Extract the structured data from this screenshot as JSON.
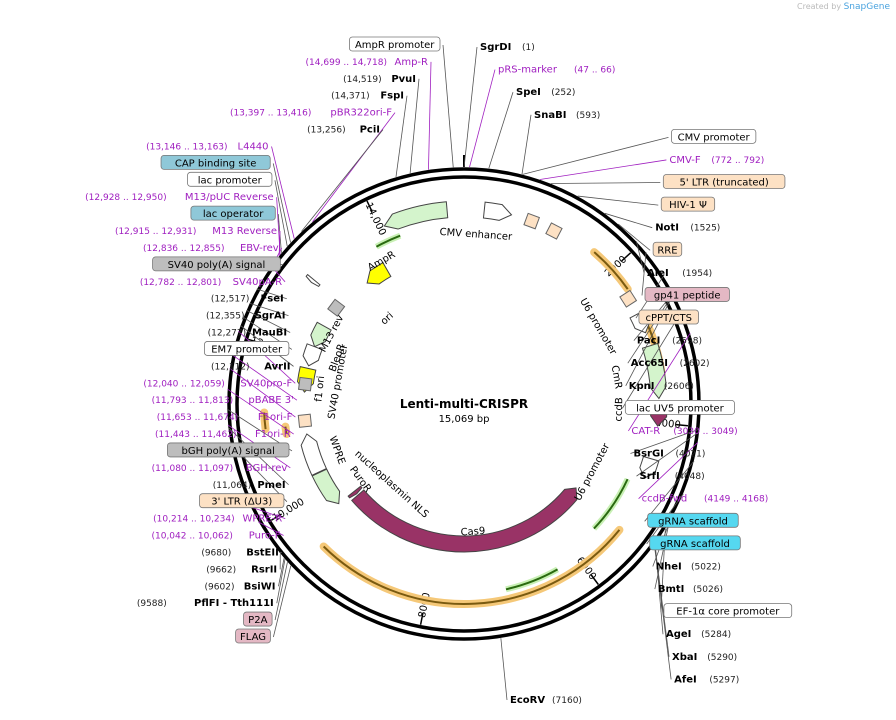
{
  "header": {
    "created_by": "Created by",
    "brand": "SnapGene"
  },
  "plasmid": {
    "name": "Lenti-multi-CRISPR",
    "size_label": "15,069 bp",
    "length": 15069
  },
  "ticks": [
    {
      "bp": 2000,
      "label": "2000"
    },
    {
      "bp": 4000,
      "label": "4000"
    },
    {
      "bp": 6000,
      "label": "6000"
    },
    {
      "bp": 8000,
      "label": "8000"
    },
    {
      "bp": 10000,
      "label": "10,000"
    },
    {
      "bp": 12000,
      "label": "12,000"
    },
    {
      "bp": 14000,
      "label": "14,000"
    }
  ],
  "right_labels": [
    {
      "name": "SgrDI",
      "pos": "(1)",
      "kind": "enzyme",
      "bp": 1
    },
    {
      "name": "pRS-marker",
      "pos": "(47 .. 66)",
      "kind": "primer",
      "bp": 56
    },
    {
      "name": "SpeI",
      "pos": "(252)",
      "kind": "enzyme",
      "bp": 252
    },
    {
      "name": "SnaBI",
      "pos": "(593)",
      "kind": "enzyme",
      "bp": 593
    },
    {
      "name": "CMV promoter",
      "kind": "box",
      "fill": "#ffffff",
      "bp": 600
    },
    {
      "name": "CMV-F",
      "pos": "(772 .. 792)",
      "kind": "primer",
      "bp": 782
    },
    {
      "name": "5' LTR (truncated)",
      "kind": "box",
      "fill": "#fde1c4",
      "bp": 900
    },
    {
      "name": "HIV-1 Ψ",
      "kind": "box",
      "fill": "#fde1c4",
      "bp": 1200
    },
    {
      "name": "NotI",
      "pos": "(1525)",
      "kind": "enzyme",
      "bp": 1525
    },
    {
      "name": "RRE",
      "kind": "box",
      "fill": "#fde1c4",
      "bp": 1700
    },
    {
      "name": "AleI",
      "pos": "(1954)",
      "kind": "enzyme",
      "bp": 1954
    },
    {
      "name": "gp41 peptide",
      "kind": "box",
      "fill": "#e4b8c4",
      "bp": 2100
    },
    {
      "name": "cPPT/CTS",
      "kind": "box",
      "fill": "#fde1c4",
      "bp": 2400
    },
    {
      "name": "PacI",
      "pos": "(2598)",
      "kind": "enzyme",
      "bp": 2598
    },
    {
      "name": "Acc65I",
      "pos": "(2602)",
      "kind": "enzyme",
      "bp": 2602
    },
    {
      "name": "KpnI",
      "pos": "(2606)",
      "kind": "enzyme",
      "bp": 2606
    },
    {
      "name": "lac UV5 promoter",
      "kind": "box",
      "fill": "#ffffff",
      "bp": 2800
    },
    {
      "name": "CAT-R",
      "pos": "(3030 .. 3049)",
      "kind": "primer",
      "bp": 3040
    },
    {
      "name": "BsrGI",
      "pos": "(4021)",
      "kind": "enzyme",
      "bp": 4021
    },
    {
      "name": "SrfI",
      "pos": "(4048)",
      "kind": "enzyme",
      "bp": 4048
    },
    {
      "name": "ccdB-fwd",
      "pos": "(4149 .. 4168)",
      "kind": "primer",
      "bp": 4158
    },
    {
      "name": "gRNA scaffold",
      "kind": "box",
      "fill": "#55d8f0",
      "bp": 4350
    },
    {
      "name": "gRNA scaffold",
      "kind": "box",
      "fill": "#55d8f0",
      "bp": 4700
    },
    {
      "name": "NheI",
      "pos": "(5022)",
      "kind": "enzyme",
      "bp": 5022
    },
    {
      "name": "BmtI",
      "pos": "(5026)",
      "kind": "enzyme",
      "bp": 5026
    },
    {
      "name": "EF-1α core promoter",
      "kind": "box",
      "fill": "#ffffff",
      "bp": 5100
    },
    {
      "name": "AgeI",
      "pos": "(5284)",
      "kind": "enzyme",
      "bp": 5284
    },
    {
      "name": "XbaI",
      "pos": "(5290)",
      "kind": "enzyme",
      "bp": 5290
    },
    {
      "name": "AfeI",
      "pos": "(5297)",
      "kind": "enzyme",
      "bp": 5297
    },
    {
      "name": "EcoRV",
      "pos": "(7160)",
      "kind": "enzyme",
      "bp": 7160
    }
  ],
  "left_labels": [
    {
      "name": "AmpR promoter",
      "kind": "box",
      "fill": "#ffffff",
      "bp": 14960
    },
    {
      "name": "Amp-R",
      "pos": "(14,699 .. 14,718)",
      "kind": "primer",
      "bp": 14708
    },
    {
      "name": "PvuI",
      "pos": "(14,519)",
      "kind": "enzyme",
      "bp": 14519
    },
    {
      "name": "FspI",
      "pos": "(14,371)",
      "kind": "enzyme",
      "bp": 14371
    },
    {
      "name": "pBR322ori-F",
      "pos": "(13,397 .. 13,416)",
      "kind": "primer",
      "bp": 13406
    },
    {
      "name": "PciI",
      "pos": "(13,256)",
      "kind": "enzyme",
      "bp": 13256
    },
    {
      "name": "L4440",
      "pos": "(13,146 .. 13,163)",
      "kind": "primer",
      "bp": 13154
    },
    {
      "name": "CAP binding site",
      "kind": "box",
      "fill": "#8fc8d8",
      "bp": 13100
    },
    {
      "name": "lac promoter",
      "kind": "box",
      "fill": "#ffffff",
      "bp": 13050
    },
    {
      "name": "M13/pUC Reverse",
      "pos": "(12,928 .. 12,950)",
      "kind": "primer",
      "bp": 12939
    },
    {
      "name": "lac operator",
      "kind": "box",
      "fill": "#8fc8d8",
      "bp": 12960
    },
    {
      "name": "M13 Reverse",
      "pos": "(12,915 .. 12,931)",
      "kind": "primer",
      "bp": 12923
    },
    {
      "name": "EBV-rev",
      "pos": "(12,836 .. 12,855)",
      "kind": "primer",
      "bp": 12845
    },
    {
      "name": "SV40 poly(A) signal",
      "kind": "box",
      "fill": "#bdbdbd",
      "bp": 12830
    },
    {
      "name": "SV40pA-R",
      "pos": "(12,782 .. 12,801)",
      "kind": "primer",
      "bp": 12791
    },
    {
      "name": "FseI",
      "pos": "(12,517)",
      "kind": "enzyme",
      "bp": 12517
    },
    {
      "name": "SgrAI",
      "pos": "(12,355)",
      "kind": "enzyme",
      "bp": 12355
    },
    {
      "name": "MauBI",
      "pos": "(12,277)",
      "kind": "enzyme",
      "bp": 12277
    },
    {
      "name": "EM7 promoter",
      "kind": "box",
      "fill": "#ffffff",
      "bp": 12200
    },
    {
      "name": "AvrII",
      "pos": "(12,112)",
      "kind": "enzyme",
      "bp": 12112
    },
    {
      "name": "SV40pro-F",
      "pos": "(12,040 .. 12,059)",
      "kind": "primer",
      "bp": 12050
    },
    {
      "name": "pBABE 3'",
      "pos": "(11,793 .. 11,813)",
      "kind": "primer",
      "bp": 11803
    },
    {
      "name": "F1ori-F",
      "pos": "(11,653 .. 11,674)",
      "kind": "primer",
      "bp": 11663
    },
    {
      "name": "F1ori-R",
      "pos": "(11,443 .. 11,462)",
      "kind": "primer",
      "bp": 11452
    },
    {
      "name": "bGH poly(A) signal",
      "kind": "box",
      "fill": "#bdbdbd",
      "bp": 11250
    },
    {
      "name": "BGH-rev",
      "pos": "(11,080 .. 11,097)",
      "kind": "primer",
      "bp": 11088
    },
    {
      "name": "PmeI",
      "pos": "(11,064)",
      "kind": "enzyme",
      "bp": 11064
    },
    {
      "name": "3' LTR (ΔU3)",
      "kind": "box",
      "fill": "#fde1c4",
      "bp": 10900
    },
    {
      "name": "WPRE-R",
      "pos": "(10,214 .. 10,234)",
      "kind": "primer",
      "bp": 10224
    },
    {
      "name": "Puro-F",
      "pos": "(10,042 .. 10,062)",
      "kind": "primer",
      "bp": 10052
    },
    {
      "name": "BstEII",
      "pos": "(9680)",
      "kind": "enzyme",
      "bp": 9680
    },
    {
      "name": "RsrII",
      "pos": "(9662)",
      "kind": "enzyme",
      "bp": 9662
    },
    {
      "name": "BsiWI",
      "pos": "(9602)",
      "kind": "enzyme",
      "bp": 9602
    },
    {
      "name": "PflFI - Tth111I",
      "pos": "(9588)",
      "kind": "enzyme",
      "bp": 9588
    },
    {
      "name": "P2A",
      "kind": "box",
      "fill": "#e4b8c4",
      "bp": 9550
    },
    {
      "name": "FLAG",
      "kind": "box",
      "fill": "#e4b8c4",
      "bp": 9500
    }
  ],
  "features": [
    {
      "name": "CMV enhancer",
      "start": 250,
      "end": 590,
      "ring": 195,
      "fill": "#ffffff",
      "dir": 1
    },
    {
      "name": "AmpR",
      "start": 14060,
      "end": 14860,
      "ring": 195,
      "fill": "#d4f4cc",
      "dir": -1
    },
    {
      "name": "ori",
      "start": 13450,
      "end": 13820,
      "ring": 155,
      "fill": "#ffff00",
      "dir": -1
    },
    {
      "name": "M13 rev",
      "start": 12915,
      "end": 12960,
      "ring": 195,
      "fill": "#ffffff",
      "dir": -1
    },
    {
      "name": "BleoR",
      "start": 12180,
      "end": 12520,
      "ring": 160,
      "fill": "#d4f4cc",
      "dir": -1
    },
    {
      "name": "SV40 promoter",
      "start": 11880,
      "end": 12180,
      "ring": 160,
      "fill": "#ffffff",
      "dir": -1
    },
    {
      "name": "f1 ori",
      "start": 11480,
      "end": 11840,
      "ring": 160,
      "fill": "#ffff00",
      "dir": -1
    },
    {
      "name": "WPRE",
      "start": 10250,
      "end": 10850,
      "ring": 160,
      "fill": "#ffffff",
      "dir": 1
    },
    {
      "name": "PuroR",
      "start": 9690,
      "end": 10240,
      "ring": 160,
      "fill": "#d4f4cc",
      "dir": -1
    },
    {
      "name": "nucleoplasmin NLS",
      "start": 9630,
      "end": 9690,
      "ring": 140,
      "fill": "#993366",
      "dir": -1
    },
    {
      "name": "Cas9",
      "start": 5310,
      "end": 9600,
      "ring": 140,
      "fill": "#993366",
      "dir": -1
    },
    {
      "name": "U6 promoter",
      "start": 2620,
      "end": 2870,
      "ring": 195,
      "fill": "#ffffff",
      "dir": 1
    },
    {
      "name": "CmR",
      "start": 3040,
      "end": 3700,
      "ring": 195,
      "fill": "#d4f4cc",
      "dir": 1
    },
    {
      "name": "ccdB",
      "start": 3740,
      "end": 4040,
      "ring": 195,
      "fill": "#993366",
      "dir": 1
    },
    {
      "name": "U6 promoter",
      "start": 4450,
      "end": 4700,
      "ring": 195,
      "fill": "#ffffff",
      "dir": 1
    }
  ],
  "labeled_features": [
    {
      "name": "CMV enhancer",
      "angle": 4,
      "r": 170
    },
    {
      "name": "AmpR",
      "angle": -30,
      "r": 165
    },
    {
      "name": "ori",
      "angle": -42,
      "r": 115
    },
    {
      "name": "M13 rev",
      "angle": -62,
      "r": 150
    },
    {
      "name": "BleoR",
      "angle": -70,
      "r": 135
    },
    {
      "name": "SV40 promoter",
      "angle": -80,
      "r": 128
    },
    {
      "name": "f1 ori",
      "angle": -84,
      "r": 145
    },
    {
      "name": "WPRE",
      "angle": -110,
      "r": 135
    },
    {
      "name": "PuroR",
      "angle": -126,
      "r": 128
    },
    {
      "name": "nucleoplasmin NLS",
      "angle": -138,
      "r": 108
    },
    {
      "name": "Cas9",
      "angle": 176,
      "r": 128
    },
    {
      "name": "U6 promoter",
      "angle": 60,
      "r": 155
    },
    {
      "name": "CmR",
      "angle": 80,
      "r": 155
    },
    {
      "name": "ccdB",
      "angle": 92,
      "r": 155
    },
    {
      "name": "U6 promoter",
      "angle": 118,
      "r": 145
    }
  ]
}
